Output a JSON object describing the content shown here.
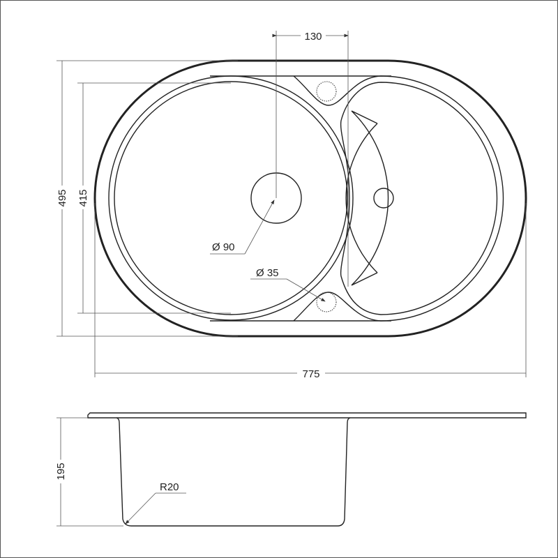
{
  "drawing": {
    "top_view": {
      "dim_overall_width": "775",
      "dim_overall_depth": "495",
      "dim_bowl_depth": "415",
      "dim_drain_offset": "130",
      "drain_diameter": "Ø 90",
      "tap_hole_diameter": "Ø 35"
    },
    "side_view": {
      "dim_bowl_height": "195",
      "corner_radius": "R20"
    }
  }
}
